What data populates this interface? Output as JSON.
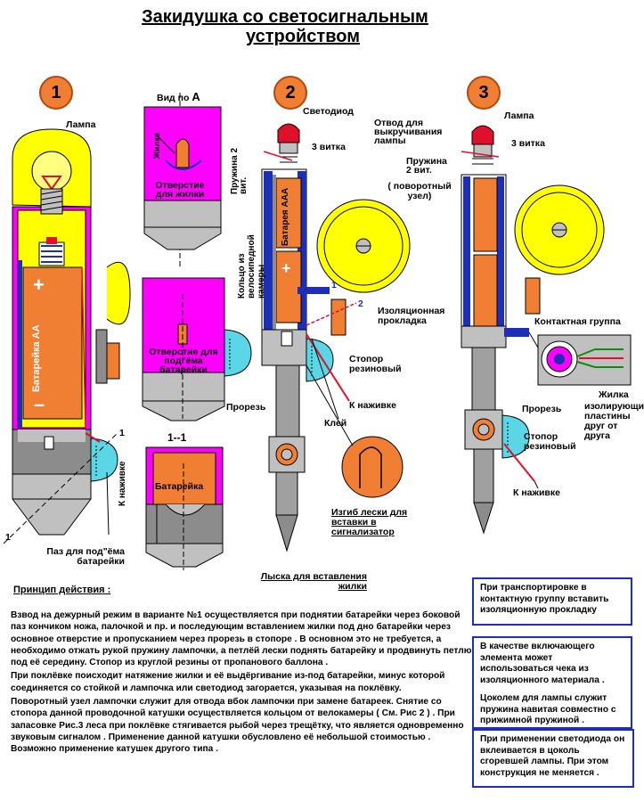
{
  "title": {
    "line1": "Закидушка со светосигнальным",
    "line2": "устройством"
  },
  "figure_numbers": [
    "1",
    "2",
    "3"
  ],
  "labels": {
    "lampa1": "Лампа",
    "vid_po": "Вид по",
    "vid_po_letter": "А",
    "zhilka": "Жилка",
    "otverstie_zhilki": "Отверстие для жилки",
    "otverstie_batareyki": "Отверстие для под\"ёма батарейки",
    "prorez1": "Прорезь",
    "battery_aa": "Батарейка  АА",
    "plus": "+",
    "minus": "–",
    "section_11": "1--1",
    "battery_short": "Батарейка",
    "k_nazhivke_vert": "К наживке",
    "paz": "Паз для под\"ёма батарейки",
    "lyska": "Лыска для  вставления жилки",
    "marker_1a": "1",
    "marker_1b": "1",
    "svetodiod": "Светодиод",
    "tri_vitka2": "3  витка",
    "pruzhina_vert": "Пружина 2 вит.",
    "koltso_vert": "Кольцо из велосипедной камеры",
    "battery_aaa": "Батарея ААА",
    "num_1": "1",
    "num_2": "2",
    "stopor2": "Стопор резиновый",
    "k_nazhivke2": "К наживке",
    "kley": "Клей",
    "izgib": "Изгиб лески для вставки в сигнализатор",
    "lampa3": "Лампа",
    "otvod": "Отвод для выкручивания лампы",
    "tri_vitka3": "3  витка",
    "pruzhina3": "Пружина 2 вит.",
    "povorotny": "( поворотный узел)",
    "izolyatsionnaya": "Изоляционная прокладка",
    "kontaktnaya": "Контактная группа",
    "zhilka3": "Жилка",
    "izoliruyushchie": "изолирующие пластины друг от друга",
    "prorez3": "Прорезь",
    "stopor3": "Стопор резиновый",
    "k_nazhivke3": "К наживке"
  },
  "principle": {
    "heading": "Принцип действия :",
    "p1": "Взвод на дежурный режим в варианте №1 осуществляется при поднятии батарейки через боковой паз кончиком ножа, палочкой и пр. и последующим вставлением жилки под дно батарейки через основное отверстие и  пропусканием через прорезь в стопоре . В основном это не требуется, а необходимо  отжать  рукой пружину лампочки, а петлёй лески поднять батарейку и продвинуть петлю под   её  середину. Стопор из круглой резины от пропанового баллона .",
    "p2": "При поклёвке поисходит натяжение жилки и её выдёргивание из-под батарейки, минус которой соединяется со стойкой и лампочка или светодиод загорается, указывая на поклёвку.",
    "p3": "Поворотный узел лампочки  служит для отвода вбок лампочки при замене  батареек. Снятие со стопора данной проводочной катушки осуществляется кольцом от велокамеры ( См. Рис 2 ) . При запасовке Рис.3   леса  при поклёвке  стягивается рыбой через трещётку, что является одновременно звуковым сигналом . Применение данной катушки обусловлено её небольшой стоимостью . Возможно применение катушек другого типа ."
  },
  "notes": {
    "box1": "При транспортировке в контактную группу вставить изоляционную прокладку",
    "box2a": "В  качестве  включающего элемента может использоваться чека из изоляционного  материала .",
    "box2b": "Цоколем для лампы служит пружина навитая совместно с прижимной пружиной .",
    "box3": "При применении светодиода он вклеивается в цоколь сгоревшей лампы. При этом конструкция не  меняется ."
  },
  "colors": {
    "orange": "#f07f33",
    "magenta": "#ff00ff",
    "yellow": "#ffff00",
    "gray": "#c0c0c0",
    "cyan": "#5ad6e6",
    "blue": "#1c2fb6",
    "red": "#e0102a"
  }
}
